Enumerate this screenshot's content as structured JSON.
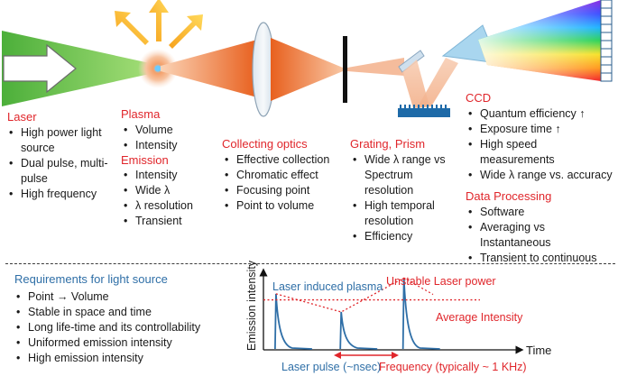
{
  "sections": {
    "laser": {
      "title": "Laser",
      "items": [
        "High power light source",
        "Dual pulse, multi-pulse",
        "High frequency"
      ]
    },
    "plasma": {
      "title": "Plasma",
      "items": [
        "Volume",
        "Intensity"
      ]
    },
    "emission": {
      "title": "Emission",
      "items": [
        "Intensity",
        "Wide λ",
        "λ resolution",
        "Transient"
      ]
    },
    "optics": {
      "title": "Collecting optics",
      "items": [
        "Effective collection",
        "Chromatic effect",
        "Focusing point",
        "Point to volume"
      ]
    },
    "grating": {
      "title": "Grating, Prism",
      "items": [
        "Wide λ range vs Spectrum resolution",
        "High temporal resolution",
        "Efficiency"
      ]
    },
    "ccd": {
      "title": "CCD",
      "items": [
        "Quantum efficiency ↑",
        "Exposure time ↑",
        "High speed measurements",
        "Wide λ range vs. accuracy"
      ]
    },
    "processing": {
      "title": "Data Processing",
      "items": [
        "Software",
        "Averaging vs Instantaneous",
        "Transient to continuous"
      ]
    },
    "requirements": {
      "title": "Requirements for light source",
      "items": [
        "Point → Volume",
        "Stable in space and time",
        "Long life-time and its controllability",
        "Uniformed emission intensity",
        "High emission intensity"
      ]
    }
  },
  "chart": {
    "ylabel": "Emission intensity",
    "xlabel": "Time",
    "series_label": "Laser induced plasma",
    "unstable_label": "Unstable Laser power",
    "average_label": "Average Intensity",
    "pulse_label": "Laser pulse (~nsec)",
    "frequency_label": "Frequency (typically ~ 1 KHz)"
  },
  "chart_data": {
    "type": "line",
    "ylabel": "Emission intensity",
    "xlabel": "Time",
    "pulses": [
      {
        "t": 0.05,
        "peak": 0.74
      },
      {
        "t": 0.31,
        "peak": 0.5
      },
      {
        "t": 0.56,
        "peak": 0.95
      }
    ],
    "average_intensity": 0.66
  },
  "colors": {
    "red": "#e0262b",
    "blue": "#2f6fa7",
    "laser_green": "#7ed957",
    "beam_orange": "#f07a3a"
  }
}
